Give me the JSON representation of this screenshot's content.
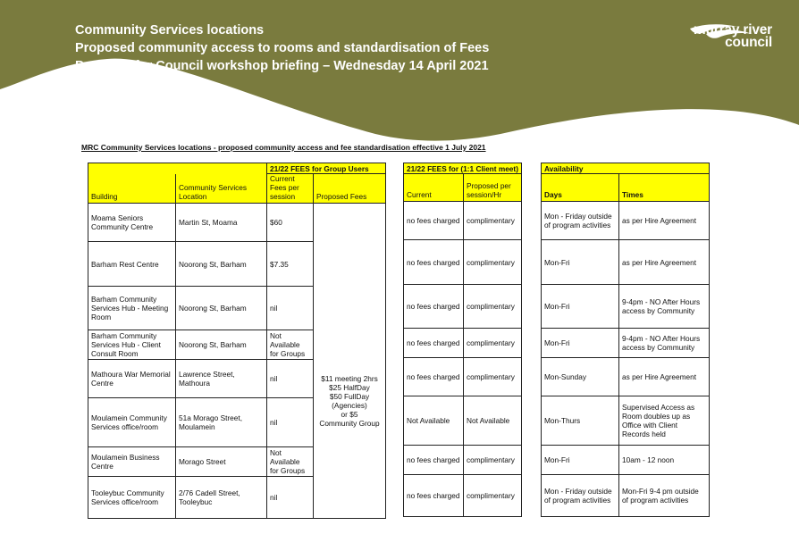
{
  "banner": {
    "title_line1": "Community Services locations",
    "title_line2": "Proposed community access to rooms and standardisation of Fees",
    "title_line3": "Prepared for Council workshop briefing – Wednesday 14 April 2021",
    "background_color": "#7a7b3e"
  },
  "logo": {
    "line1": "murray river",
    "line2": "council"
  },
  "subtitle": "MRC Community Services locations - proposed community access and fee standardisation effective 1 July 2021",
  "group_table": {
    "group_header": "21/22 FEES for Group Users",
    "col_building": "Building",
    "col_location": "Community Services Location",
    "col_current": "Current Fees per session",
    "col_proposed": "Proposed Fees",
    "proposed_merged": "$11 meeting 2hrs\n$25 HalfDay\n$50 FullDay\n(Agencies)\nor $5\nCommunity Group"
  },
  "client_table": {
    "group_header": "21/22 FEES for (1:1 Client meet)",
    "col_current": "Current",
    "col_proposed": "Proposed per session/Hr"
  },
  "avail_table": {
    "group_header": "Availability",
    "col_days": "Days",
    "col_times": "Times"
  },
  "rows": [
    {
      "building": "Moama Seniors Community Centre",
      "location": "Martin St, Moama",
      "current_fee": "$60",
      "client_current": "no fees charged",
      "client_proposed": "complimentary",
      "days": "Mon - Friday outside of program activities",
      "times": "as per Hire Agreement"
    },
    {
      "building": "Barham Rest Centre",
      "location": "Noorong St, Barham",
      "current_fee": "$7.35",
      "client_current": "no fees charged",
      "client_proposed": "complimentary",
      "days": "Mon-Fri",
      "times": "as per Hire Agreement"
    },
    {
      "building": "Barham Community Services Hub - Meeting Room",
      "location": "Noorong St, Barham",
      "current_fee": "nil",
      "client_current": "no fees charged",
      "client_proposed": "complimentary",
      "days": "Mon-Fri",
      "times": "9-4pm - NO After Hours access by Community"
    },
    {
      "building": "Barham Community Services Hub - Client Consult Room",
      "location": "Noorong St, Barham",
      "current_fee": "Not Available for Groups",
      "client_current": "no fees charged",
      "client_proposed": "complimentary",
      "days": "Mon-Fri",
      "times": "9-4pm - NO After Hours access by Community"
    },
    {
      "building": "Mathoura War Memorial Centre",
      "location": "Lawrence Street, Mathoura",
      "current_fee": "nil",
      "client_current": "no fees charged",
      "client_proposed": "complimentary",
      "days": "Mon-Sunday",
      "times": "as per Hire Agreement"
    },
    {
      "building": "Moulamein Community Services office/room",
      "location": "51a Morago Street, Moulamein",
      "current_fee": "nil",
      "client_current": "Not Available",
      "client_proposed": "Not Available",
      "days": "Mon-Thurs",
      "times": "Supervised Access as Room doubles up as Office with Client Records held"
    },
    {
      "building": "Moulamein Business Centre",
      "location": "Morago Street",
      "current_fee": "Not Available for Groups",
      "client_current": "no fees charged",
      "client_proposed": "complimentary",
      "days": "Mon-Fri",
      "times": "10am - 12 noon"
    },
    {
      "building": "Tooleybuc Community Services office/room",
      "location": "2/76 Cadell Street, Tooleybuc",
      "current_fee": "nil",
      "client_current": "no fees charged",
      "client_proposed": "complimentary",
      "days": "Mon - Friday outside of program activities",
      "times": "Mon-Fri 9-4 pm outside of program activities"
    }
  ]
}
